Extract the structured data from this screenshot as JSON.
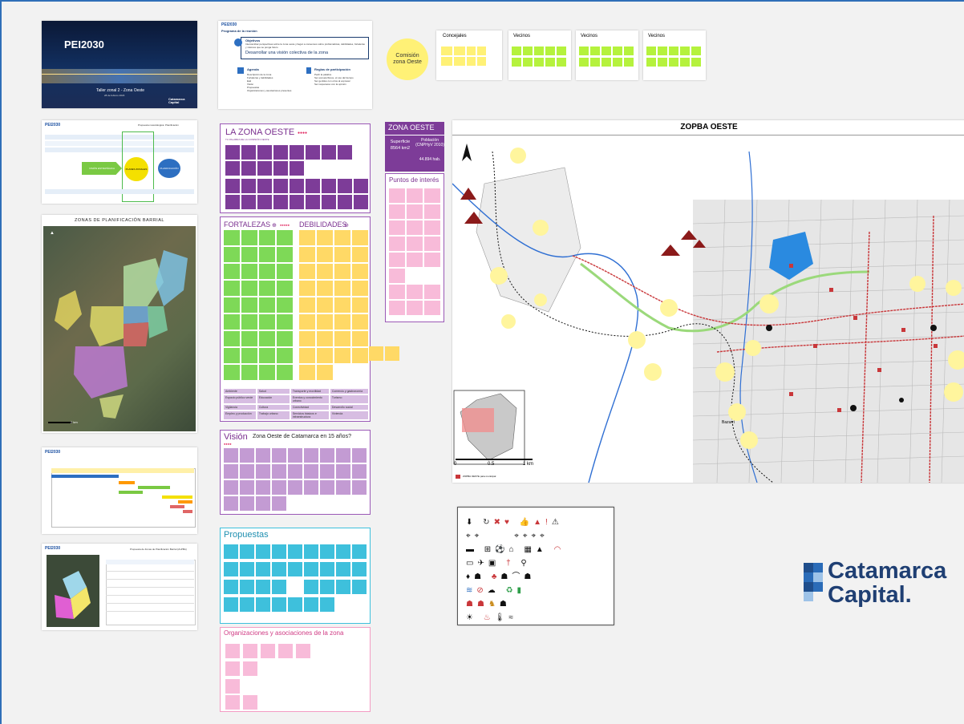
{
  "slides": {
    "cover": {
      "logo": "PEI2030",
      "subtitle": "Taller zonal 2 - Zona Oeste",
      "date": "28 de febrero 2023",
      "brand": "Catamarca Capital"
    },
    "program": {
      "logo": "PEI2030",
      "title": "Programa de la reunión",
      "objective_title": "Objetivos",
      "objective_text": "Intercambiar perspectivas sobre la zona oeste y llegar a consensos sobre problemáticas, debilidades, fortalezas y visiones que se ponga futuro",
      "objective_main": "Desarrollar una visión colectiva de la zona",
      "agenda_title": "Agenda",
      "agenda_items": [
        "Descripción de la zona",
        "Fortalezas y debilidades",
        "Eati",
        "Visión",
        "Propuestas",
        "Organizaciones y asociaciones presentes"
      ],
      "rules_title": "Reglas de participación",
      "rules_items": [
        "Pedir la palabra",
        "Ser escueto/breve, el uso del tiempo",
        "Ser gentiles con otros al expresar",
        "Ser respetuoso con la opinión"
      ]
    },
    "method": {
      "logo": "PEI2030",
      "title": "Propuesta metodológica: Planificación",
      "left": "VISIÓN ESTRATÉGICA",
      "center": "PLANES ZONALES",
      "right": "PLANIFICACIÓN ESTRATÉGICA"
    },
    "zones": {
      "title": "ZONAS DE PLANIFICACIÓN BARRIAL",
      "scale": "2 km"
    },
    "matrix": {
      "logo": "PEI2030"
    },
    "zopba_slide": {
      "logo": "PEI2030",
      "title": "Propuesta de Zonas de Planificación Barrial (ZoPBA)"
    }
  },
  "comision": "Comisión zona Oeste",
  "groups": [
    {
      "label": "Concejales"
    },
    {
      "label": "Vecinos"
    },
    {
      "label": "Vecinos"
    },
    {
      "label": "Vecinos"
    }
  ],
  "zona_oeste_panel": {
    "title": "LA ZONA OESTE",
    "subtitle": "TU PALABRA DE LA COMISIÓN OESTE"
  },
  "fortalezas": {
    "title": "FORTALEZAS",
    "debilidades": "DEBILIDADES"
  },
  "categories": [
    [
      "Ambiente",
      "Salud",
      "Transporte y movilidad",
      "Comercio y gastronomía"
    ],
    [
      "Espacio público verde",
      "Educación",
      "Eventos y conocimiento urbano",
      "Turismo"
    ],
    [
      "Vigilancia",
      "Cultura",
      "Conectividad",
      "Desarrollo social"
    ],
    [
      "Empleo y producción",
      "Trabajo urbano",
      "Servicios básicos e infraestructura",
      "Vivienda"
    ]
  ],
  "info": {
    "title": "ZONA OESTE",
    "superficie_label": "Superficie",
    "superficie_value": "8564 km2",
    "poblacion_label": "Población (CNPHyV 2010)",
    "poblacion_value": "44.894 hab."
  },
  "puntos": {
    "title": "Puntos de interés"
  },
  "vision": {
    "title": "Visión",
    "question": "Zona Oeste de Catamarca en 15 años?"
  },
  "propuestas": {
    "title": "Propuestas"
  },
  "organizaciones": {
    "title": "Organizaciones y asociaciones de la zona"
  },
  "map": {
    "title": "ZOPBA OESTE",
    "scale": [
      "0",
      "0.5",
      "1 km"
    ],
    "legend_text": "ZOPBA OESTE para municipal",
    "place_labels": [
      "Bazurri"
    ]
  },
  "brand": {
    "line1": "Catamarca",
    "line2": "Capital."
  },
  "colors": {
    "purple": "#7d3c98",
    "green": "#7ed957",
    "yellow": "#ffd966",
    "pink": "#f8bbd9",
    "cyan": "#3ec0dc",
    "lime": "#b5f23d"
  }
}
